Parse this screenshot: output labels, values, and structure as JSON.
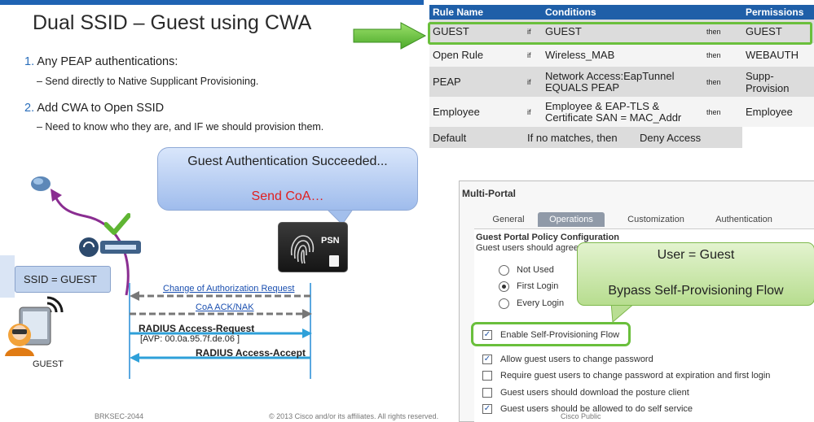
{
  "slide": {
    "title": "Dual SSID – Guest using CWA",
    "bullets": [
      {
        "num": "1.",
        "text": "Any PEAP authentications:",
        "sub": "– Send directly to Native Supplicant Provisioning."
      },
      {
        "num": "2.",
        "text": "Add CWA to Open SSID",
        "sub": "– Need to know who they are, and IF we should provision them."
      }
    ]
  },
  "rule_table": {
    "headers": {
      "name": "Rule Name",
      "conditions": "Conditions",
      "permissions": "Permissions"
    },
    "rows": [
      {
        "name": "GUEST",
        "if": "if",
        "condition": "GUEST",
        "then": "then",
        "permission": "GUEST"
      },
      {
        "name": "Open Rule",
        "if": "if",
        "condition": "Wireless_MAB",
        "then": "then",
        "permission": "WEBAUTH"
      },
      {
        "name": "PEAP",
        "if": "if",
        "condition": "Network Access:EapTunnel EQUALS PEAP",
        "then": "then",
        "permission": "Supp-Provision"
      },
      {
        "name": "Employee",
        "if": "if",
        "condition": "Employee & EAP-TLS & Certificate SAN = MAC_Addr",
        "then": "then",
        "permission": "Employee"
      }
    ],
    "default": {
      "name": "Default",
      "condition": "If no matches, then",
      "permission": "Deny Access"
    }
  },
  "callout": {
    "line1": "Guest Authentication Succeeded...",
    "line2": "Send CoA…"
  },
  "psn_label": "PSN",
  "ssid_label": "SSID = GUEST",
  "guest_label": "GUEST",
  "flow": {
    "coa_request": "Change of Authorization Request",
    "coa_ack": "CoA ACK/NAK",
    "access_request": "RADIUS Access-Request",
    "avp": "[AVP: 00.0a.95.7f.de.06 ]",
    "access_accept": "RADIUS Access-Accept"
  },
  "portal": {
    "title": "Multi-Portal",
    "tabs": [
      "General",
      "Operations",
      "Customization",
      "Authentication"
    ],
    "active_tab": "Operations",
    "section_title": "Guest Portal Policy Configuration",
    "section_sub": "Guest users should agree",
    "radios": [
      {
        "label": "Not Used",
        "selected": false
      },
      {
        "label": "First Login",
        "selected": true
      },
      {
        "label": "Every Login",
        "selected": false
      }
    ],
    "checkboxes": [
      {
        "label": "Enable Self-Provisioning Flow",
        "checked": true
      },
      {
        "label": "Allow guest users to change password",
        "checked": true
      },
      {
        "label": "Require guest users to change password at expiration and first login",
        "checked": false
      },
      {
        "label": "Guest users should download the posture client",
        "checked": false
      },
      {
        "label": "Guest users should be allowed to do self service",
        "checked": true
      }
    ]
  },
  "green_callout": {
    "line1": "User = Guest",
    "line2": "Bypass Self-Provisioning Flow"
  },
  "footer": {
    "code": "BRKSEC-2044",
    "copyright": "© 2013 Cisco and/or its affiliates. All rights reserved.",
    "classification": "Cisco Public"
  },
  "colors": {
    "header_blue": "#1f5fa8",
    "highlight_green": "#6abf3c",
    "coa_red": "#e02020"
  }
}
